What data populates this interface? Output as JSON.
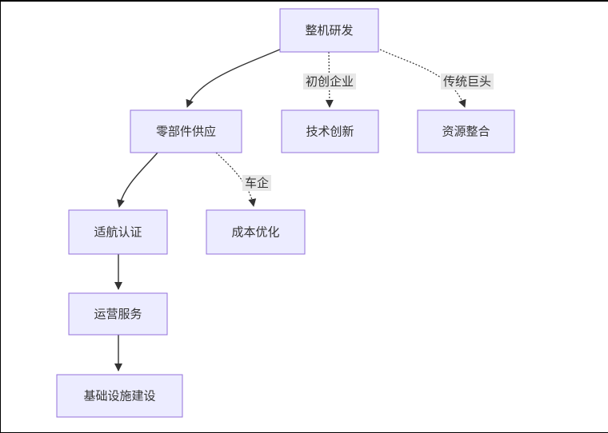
{
  "diagram": {
    "type": "flowchart",
    "direction": "top-down",
    "nodes": [
      {
        "id": "whole-machine-rd",
        "label": "整机研发"
      },
      {
        "id": "parts-supply",
        "label": "零部件供应"
      },
      {
        "id": "tech-innovation",
        "label": "技术创新"
      },
      {
        "id": "resource-integration",
        "label": "资源整合"
      },
      {
        "id": "airworthiness-cert",
        "label": "适航认证"
      },
      {
        "id": "cost-optimization",
        "label": "成本优化"
      },
      {
        "id": "operation-service",
        "label": "运营服务"
      },
      {
        "id": "infrastructure",
        "label": "基础设施建设"
      }
    ],
    "edges": [
      {
        "from": "whole-machine-rd",
        "to": "parts-supply",
        "style": "solid",
        "label": ""
      },
      {
        "from": "whole-machine-rd",
        "to": "tech-innovation",
        "style": "dotted",
        "label": "初创企业"
      },
      {
        "from": "whole-machine-rd",
        "to": "resource-integration",
        "style": "dotted",
        "label": "传统巨头"
      },
      {
        "from": "parts-supply",
        "to": "airworthiness-cert",
        "style": "solid",
        "label": ""
      },
      {
        "from": "parts-supply",
        "to": "cost-optimization",
        "style": "dotted",
        "label": "车企"
      },
      {
        "from": "airworthiness-cert",
        "to": "operation-service",
        "style": "solid",
        "label": ""
      },
      {
        "from": "operation-service",
        "to": "infrastructure",
        "style": "solid",
        "label": ""
      }
    ],
    "colors": {
      "node_fill": "#ECECFF",
      "node_border": "#9370DB",
      "edge_line": "#333333",
      "arrowhead": "#333333",
      "edge_label_bg": "#e8e8e8",
      "text": "#333333",
      "background": "#ffffff",
      "frame_border": "#000000"
    }
  }
}
